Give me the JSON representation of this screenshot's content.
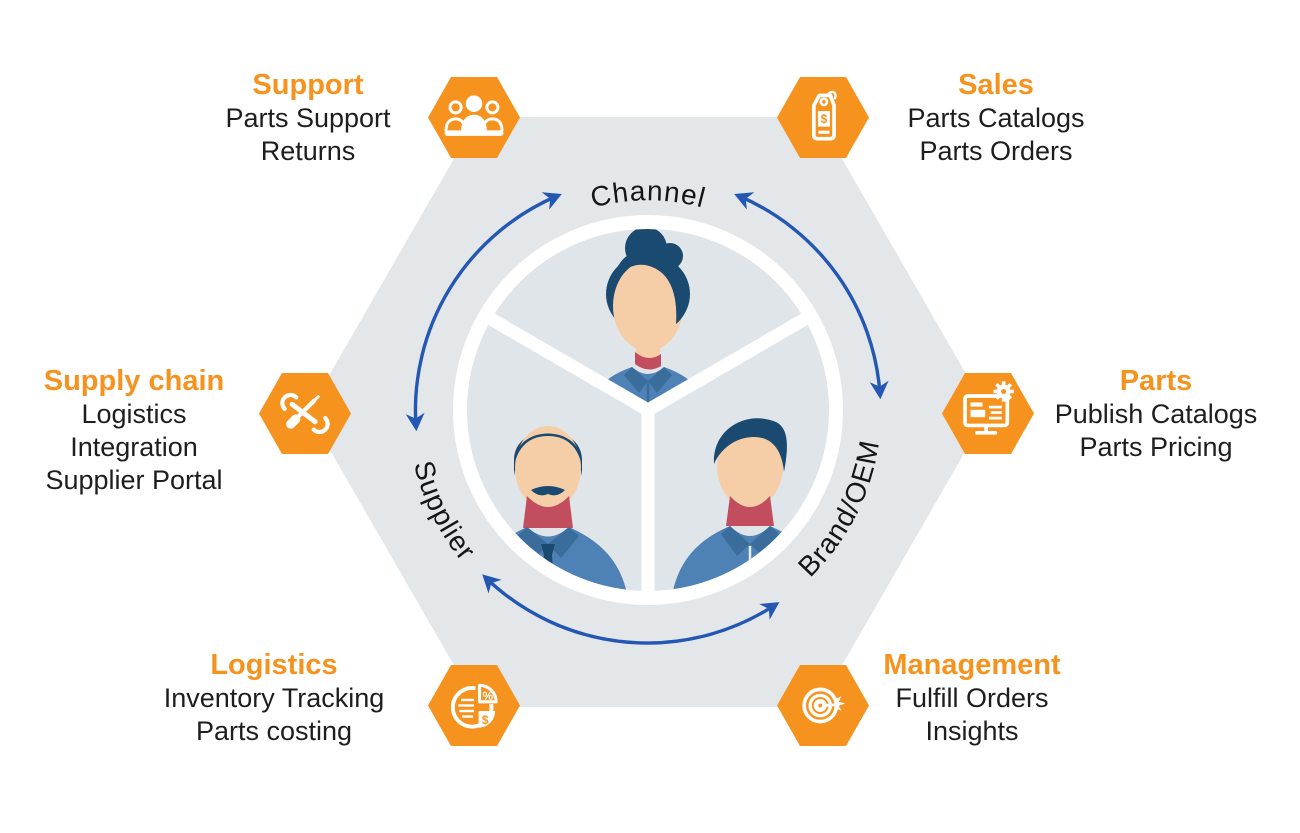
{
  "diagram": {
    "kind": "parts-ecosystem-hexagon-cycle",
    "colors": {
      "accent_orange": "#F6921E",
      "arrow_blue": "#2456B3",
      "hexagon_fill": "#E3E7EA",
      "hub_disc_fill": "#E0E5E9",
      "hair_navy": "#1B4A70",
      "shirt_blue": "#4E81B5",
      "skin": "#F5CDA6",
      "accent_red": "#C24D5E",
      "body_text": "#1E1E1E"
    }
  },
  "hub": {
    "top_label": "Channel",
    "left_label": "Supplier",
    "right_label": "Brand/OEM"
  },
  "nodes": [
    {
      "id": "support",
      "title": "Support",
      "icon": "team-icon",
      "lines": [
        "Parts Support",
        "Returns"
      ]
    },
    {
      "id": "sales",
      "title": "Sales",
      "icon": "price-tag-icon",
      "lines": [
        "Parts Catalogs",
        "Parts Orders"
      ]
    },
    {
      "id": "supply-chain",
      "title": "Supply chain",
      "icon": "tools-icon",
      "lines": [
        "Logistics",
        "Integration",
        "Supplier Portal"
      ]
    },
    {
      "id": "parts",
      "title": "Parts",
      "icon": "monitor-gear-icon",
      "lines": [
        "Publish Catalogs",
        "Parts Pricing"
      ]
    },
    {
      "id": "logistics",
      "title": "Logistics",
      "icon": "pie-chart-icon",
      "lines": [
        "Inventory Tracking",
        "Parts costing"
      ]
    },
    {
      "id": "management",
      "title": "Management",
      "icon": "target-icon",
      "lines": [
        "Fulfill Orders",
        "Insights"
      ]
    }
  ]
}
